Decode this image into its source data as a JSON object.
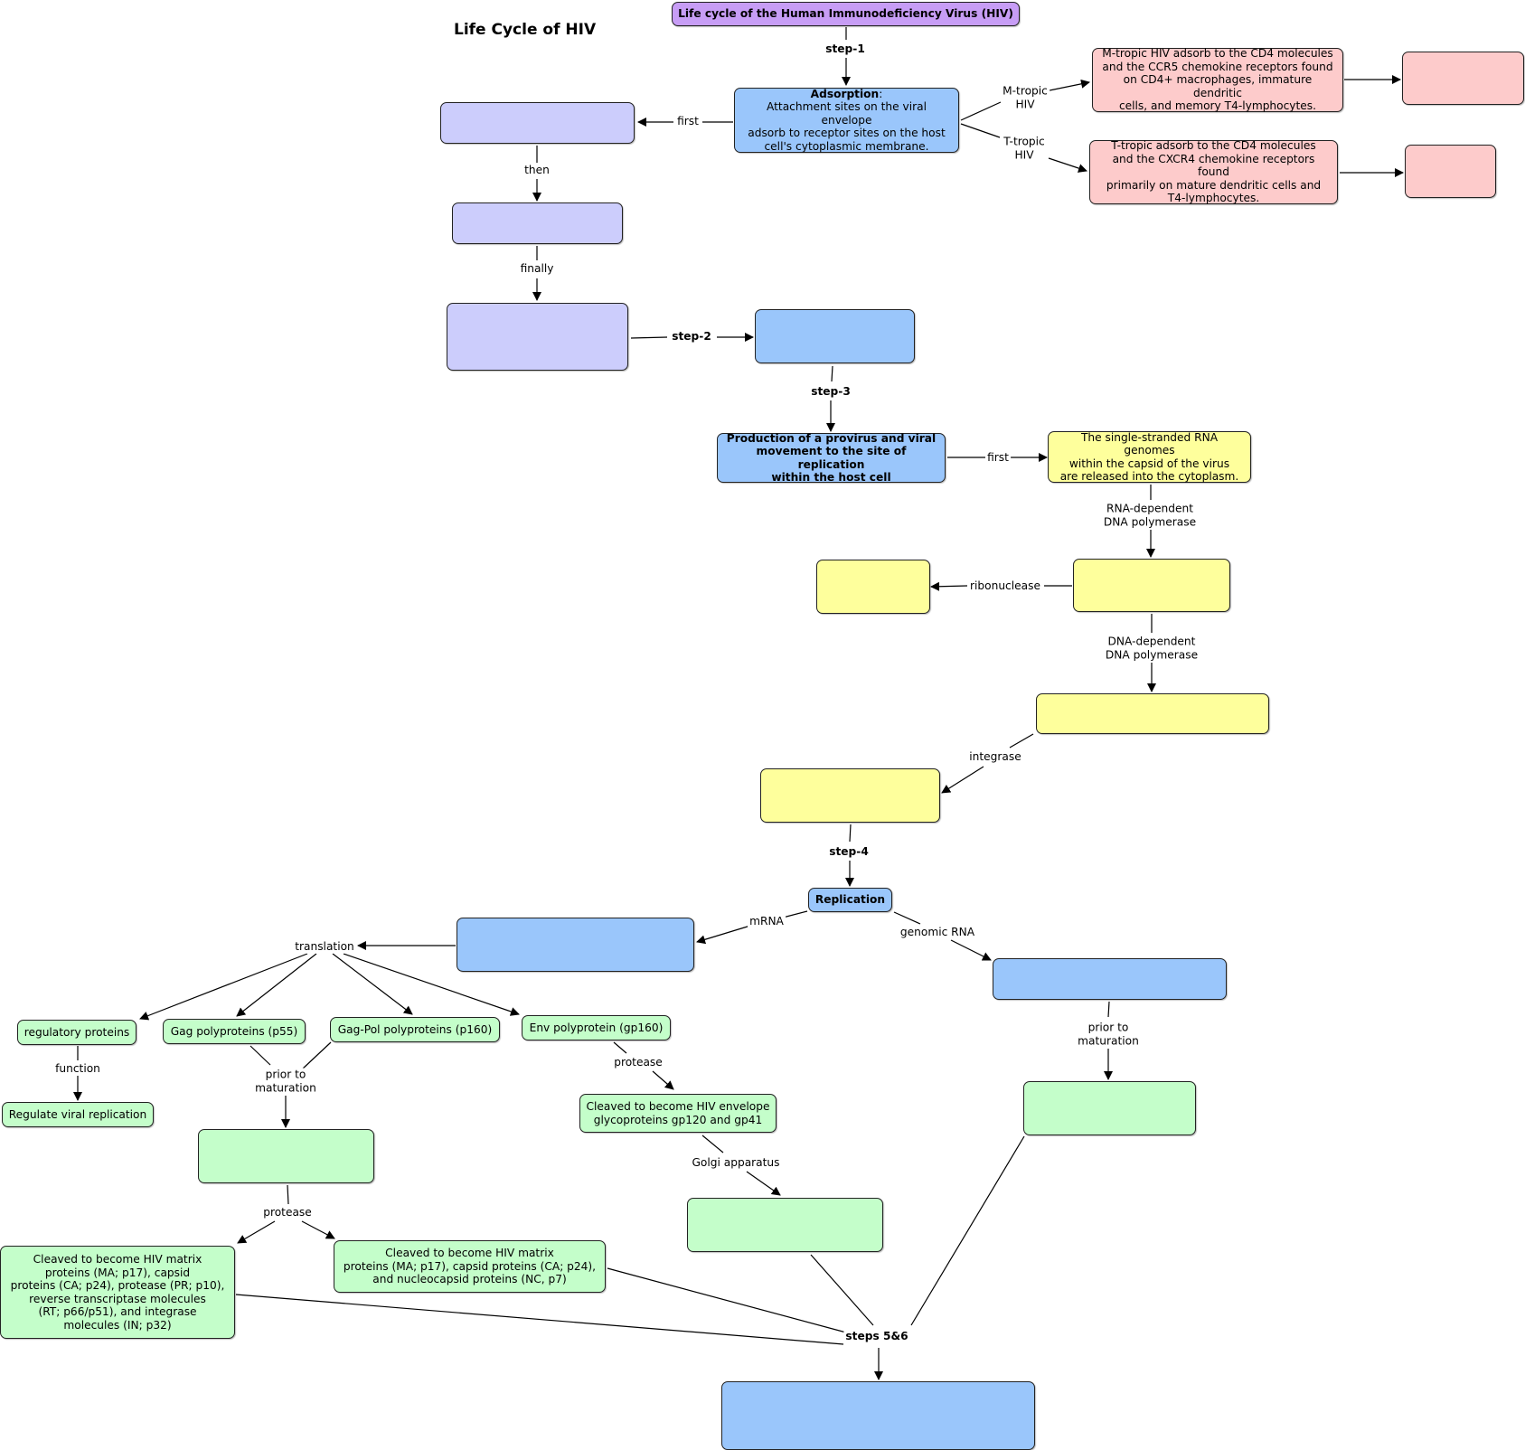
{
  "title": "Life Cycle of HIV",
  "colors": {
    "purple": "#c79df5",
    "lavender": "#cccdfc",
    "blue": "#9ac6fb",
    "pink": "#fdcbcb",
    "yellow": "#feff9c",
    "green": "#c4feca",
    "line": "#000000"
  },
  "nodes": {
    "root": "Life cycle of the Human Immunodeficiency Virus (HIV)",
    "adsorption_title": "Adsorption",
    "adsorption_colon": ":",
    "adsorption_text": "Attachment sites on the viral envelope\nadsorb to receptor sites on the host\ncell's cytoplasmic membrane.",
    "m_tropic": "M-tropic HIV adsorb to the CD4 molecules\nand the CCR5 chemokine receptors found\non CD4+ macrophages, immature dendritic\ncells, and memory T4-lymphocytes.",
    "t_tropic": "T-tropic adsorb to the CD4 molecules\nand the CXCR4 chemokine receptors found\nprimarily on mature dendritic cells and\nT4-lymphocytes.",
    "provirus": "Production of a provirus and viral\nmovement to the site of replication\nwithin the host cell",
    "rna_release": "The single-stranded RNA genomes\nwithin the capsid of the virus\nare released into the cytoplasm.",
    "replication": "Replication",
    "regulatory": "regulatory proteins",
    "gag": "Gag polyproteins (p55)",
    "gagpol": "Gag-Pol polyproteins (p160)",
    "env": "Env polyprotein (gp160)",
    "regulate": "Regulate viral replication",
    "gp120": "Cleaved to become HIV envelope\nglycoproteins gp120 and gp41",
    "cleaved_gagpol": "Cleaved to become HIV matrix\nproteins (MA; p17), capsid\nproteins (CA; p24), protease (PR; p10),\nreverse transcriptase molecules\n(RT; p66/p51), and integrase\nmolecules (IN; p32)",
    "cleaved_gag": "Cleaved to become HIV matrix\nproteins (MA; p17), capsid proteins (CA; p24),\nand nucleocapsid proteins (NC, p7)"
  },
  "links": {
    "step1": "step-1",
    "first": "first",
    "then": "then",
    "finally": "finally",
    "m_tropic": "M-tropic\nHIV",
    "t_tropic": "T-tropic\nHIV",
    "step2": "step-2",
    "step3": "step-3",
    "first2": "first",
    "rna_dep": "RNA-dependent\nDNA polymerase",
    "ribonuclease": "ribonuclease",
    "dna_dep": "DNA-dependent\nDNA polymerase",
    "integrase": "integrase",
    "step4": "step-4",
    "mrna": "mRNA",
    "genomic": "genomic RNA",
    "translation": "translation",
    "function": "function",
    "prior1": "prior to\nmaturation",
    "protease1": "protease",
    "protease2": "protease",
    "golgi": "Golgi apparatus",
    "prior2": "prior to\nmaturation",
    "steps56": "steps 5&6"
  }
}
